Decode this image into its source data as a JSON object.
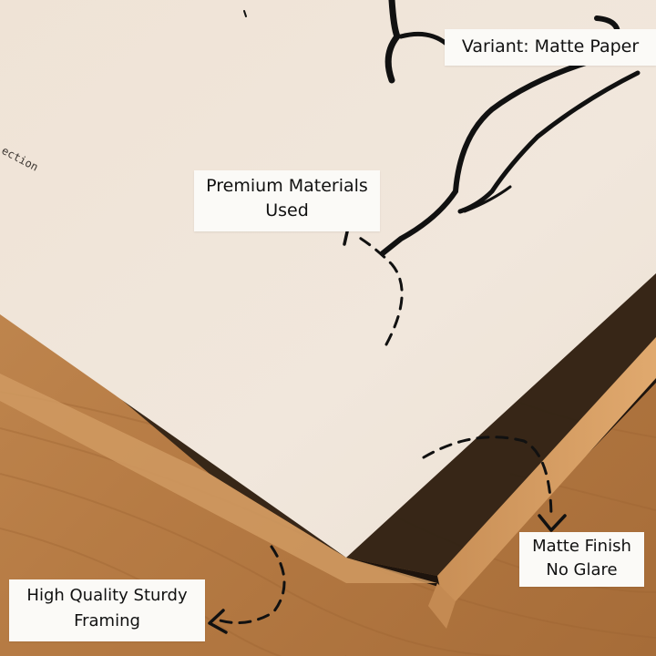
{
  "callouts": {
    "variant": "Variant: Matte Paper",
    "premium_line1": "Premium Materials",
    "premium_line2": "Used",
    "matte_line1": "Matte Finish",
    "matte_line2": "No Glare",
    "framing_line1": "High Quality Sturdy",
    "framing_line2": "Framing"
  },
  "poster_text": "ection",
  "colors": {
    "paper": "#efe4d8",
    "wood": "#b9804a",
    "frame": "#d59d63",
    "label_bg": "#fbfaf7",
    "ink": "#111111"
  }
}
